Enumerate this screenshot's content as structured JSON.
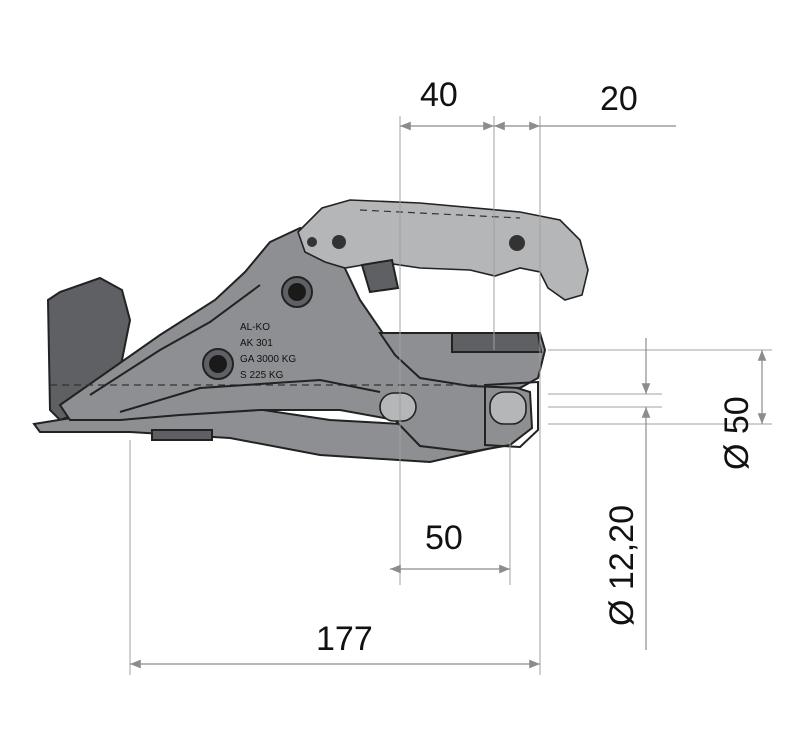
{
  "drawing": {
    "dimensions": {
      "d40": "40",
      "d20": "20",
      "d50_diameter": "Ø 50",
      "d12_20_diameter": "Ø 12,20",
      "d50_horizontal": "50",
      "d177": "177"
    },
    "stamp_lines": [
      "AL-KO",
      "AK 301",
      "GA 3000 KG",
      "S 225 KG"
    ],
    "colors": {
      "metal": "#8d8f92",
      "dark_metal": "#5e6063",
      "outline": "#222222",
      "dimension_line": "#8c8c8c"
    }
  }
}
